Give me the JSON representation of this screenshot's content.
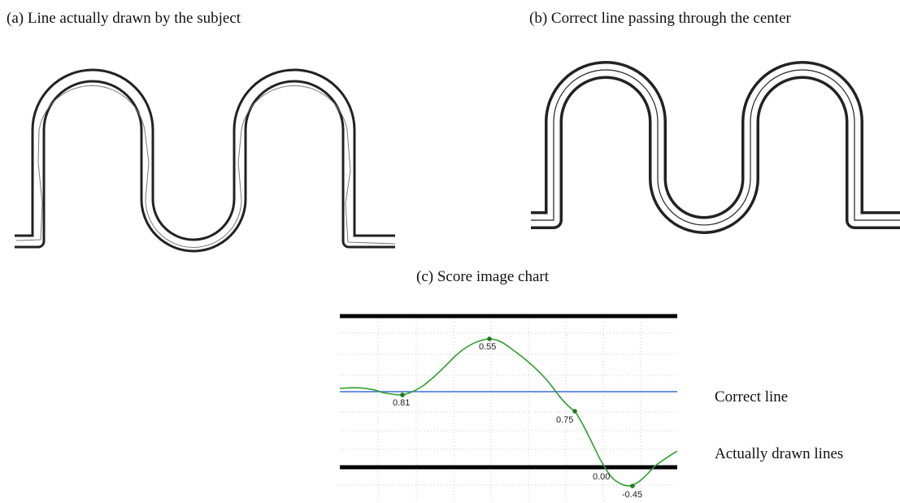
{
  "captions": {
    "a": "(a) Line actually drawn by the subject",
    "b": "(b) Correct line passing through the center",
    "c": "(c) Score image chart"
  },
  "legend": {
    "correct": "Correct line",
    "drawn": "Actually drawn lines"
  },
  "colors": {
    "correct_line": "#3a6fd8",
    "drawn_line": "#2e9e2e",
    "boundary": "#000000",
    "grid": "#c8c8c8",
    "track": "#222222"
  },
  "chart_data": {
    "type": "line",
    "series": [
      {
        "name": "Correct line",
        "values": []
      },
      {
        "name": "Actually drawn lines",
        "values": []
      }
    ],
    "point_labels": [
      "0.81",
      "0.55",
      "0.75",
      "0.00",
      "-0.45"
    ],
    "grid": true
  }
}
